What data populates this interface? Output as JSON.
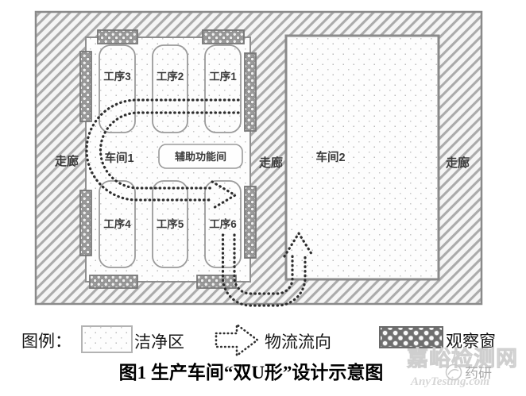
{
  "diagram": {
    "workshop1": {
      "label": "车间1",
      "rooms_top": [
        "工序3",
        "工序2",
        "工序1"
      ],
      "rooms_bottom": [
        "工序4",
        "工序5",
        "工序6"
      ],
      "aux_room": "辅助功能间"
    },
    "workshop2": {
      "label": "车间2"
    },
    "corridors": {
      "left": "走廊",
      "middle": "走廊",
      "right": "走廊"
    }
  },
  "legend": {
    "title": "图例：",
    "clean_area": "洁净区",
    "flow_direction": "物流流向",
    "observation_window": "观察窗"
  },
  "caption": {
    "text": "图1  生产车间“双U形”设计示意图"
  },
  "watermark": {
    "site": "嘉峪检测网",
    "domain": "AnyTesting.com",
    "logo_text": "药研"
  },
  "colors": {
    "outline": "#8a8a8a",
    "wall_hatch": "#ababab",
    "clean_area_dot": "#bcbcbc",
    "observation_window_fill": "#8f8f8f",
    "flow_line": "#2e2e2e",
    "label_text": "#3a3a3a",
    "watermark": "#d9d9d9"
  }
}
